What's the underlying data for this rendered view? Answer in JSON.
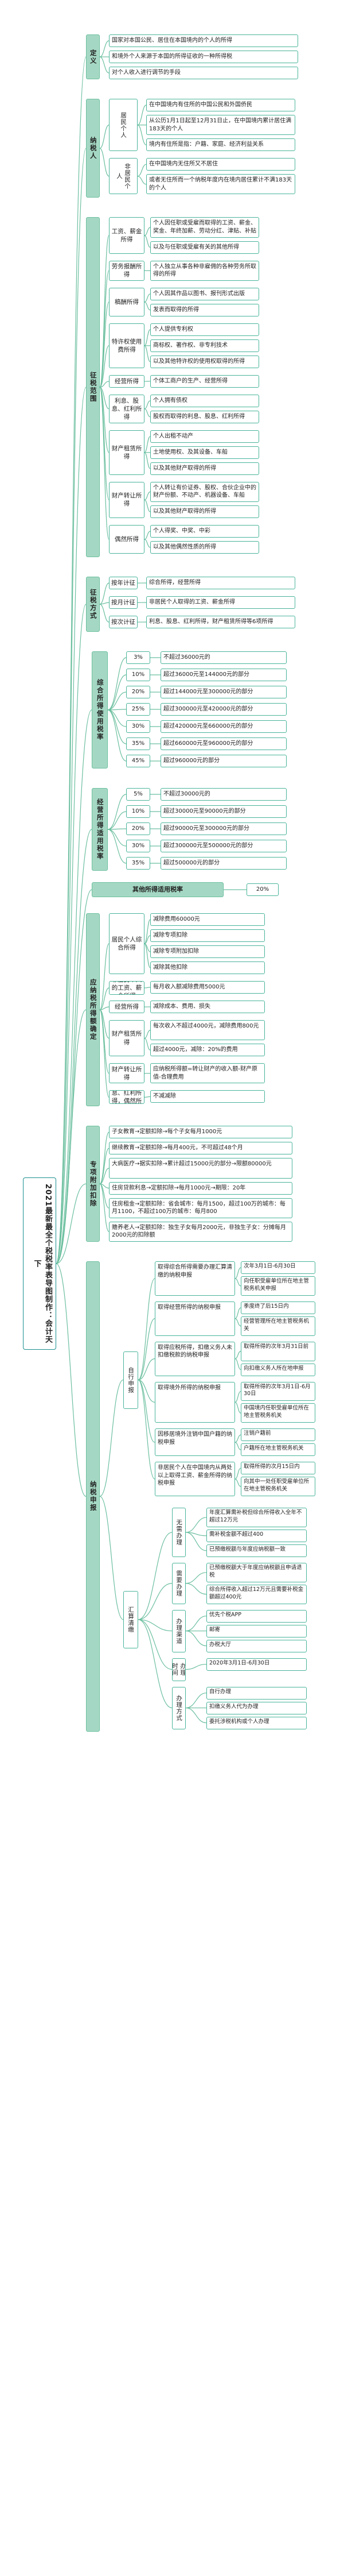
{
  "root": "2021最新最全个税税率表导图制作：会计天下",
  "sections": {
    "definition": {
      "label": "定义",
      "items": [
        "国家对本国公民、居住在本国境内的个人的所得",
        "和境外个人来源于本国的所得征收的一种所得税",
        "对个人收入进行调节的手段"
      ]
    },
    "taxpayer": {
      "label": "纳税人",
      "resident": {
        "label": "居民个人",
        "items": [
          "在中国境内有住所的中国公民和外国侨民",
          "从公历1月1日起至12月31日止，在中国境内累计居住满183天的个人",
          "境内有住所是指：户籍、家庭、经济利益关系"
        ]
      },
      "nonresident": {
        "label": "非居民个人",
        "items": [
          "在中国境内无住所又不居住",
          "或者无住所而一个纳税年度内在境内居住累计不满183天的个人"
        ]
      }
    },
    "scope": {
      "label": "征税范围",
      "groups": [
        {
          "label": "工资、薪金所得",
          "items": [
            "个人因任职或受雇而取得的工资、薪金、奖金、年终加薪、劳动分红、津贴、补贴",
            "以及与任职或受雇有关的其他所得"
          ]
        },
        {
          "label": "劳务报酬所得",
          "items": [
            "个人独立从事各种非雇佣的各种劳务所取得的所得"
          ]
        },
        {
          "label": "稿酬所得",
          "items": [
            "个人因其作品以图书、报刊形式出版",
            "发表而取得的所得"
          ]
        },
        {
          "label": "特许权使用费所得",
          "items": [
            "个人提供专利权",
            "商标权、著作权、非专利技术",
            "以及其他特许权的使用权取得的所得"
          ]
        },
        {
          "label": "经营所得",
          "items": [
            "个体工商户的生产、经营所得"
          ]
        },
        {
          "label": "利息、股息、红利所得",
          "items": [
            "个人拥有债权",
            "股权而取得的利息、股息、红利所得"
          ]
        },
        {
          "label": "财产租赁所得",
          "items": [
            "个人出租不动产",
            "土地使用权、及其设备、车船",
            "以及其他财产取得的所得"
          ]
        },
        {
          "label": "财产转让所得",
          "items": [
            "个人转让有价证券、股权、合伙企业中的财产份额、不动产、机器设备、车船",
            "以及其他财产取得的所得"
          ]
        },
        {
          "label": "偶然所得",
          "items": [
            "个人得奖、中奖、中彩",
            "以及其他偶然性质的所得"
          ]
        }
      ]
    },
    "method": {
      "label": "征税方式",
      "groups": [
        {
          "label": "按年计征",
          "items": [
            "综合所得，经营所得"
          ]
        },
        {
          "label": "按月计征",
          "items": [
            "非居民个人取得的工资、薪金所得"
          ]
        },
        {
          "label": "按次计征",
          "items": [
            "利息、股息、红利所得，财产租赁所得等6项所得"
          ]
        }
      ]
    },
    "rate_table_comprehensive": {
      "label": "综合所得使用税率",
      "rows": [
        {
          "rate": "3%",
          "text": "不超过36000元的"
        },
        {
          "rate": "10%",
          "text": "超过36000元至144000元的部分"
        },
        {
          "rate": "20%",
          "text": "超过144000元至300000元的部分"
        },
        {
          "rate": "25%",
          "text": "超过300000元至420000元的部分"
        },
        {
          "rate": "30%",
          "text": "超过420000元至660000元的部分"
        },
        {
          "rate": "35%",
          "text": "超过660000元至960000元的部分"
        },
        {
          "rate": "45%",
          "text": "超过960000元的部分"
        }
      ]
    },
    "rate_table_business": {
      "label": "经营所得适用税率",
      "rows": [
        {
          "rate": "5%",
          "text": "不超过30000元的"
        },
        {
          "rate": "10%",
          "text": "超过30000元至90000元的部分"
        },
        {
          "rate": "20%",
          "text": "超过90000元至300000元的部分"
        },
        {
          "rate": "30%",
          "text": "超过300000元至500000元的部分"
        },
        {
          "rate": "35%",
          "text": "超过500000元的部分"
        }
      ]
    },
    "other_rate": {
      "label": "其他所得适用税率",
      "value": "20%"
    },
    "taxable_income": {
      "label": "应纳税所得额确定",
      "groups": [
        {
          "label": "居民个人综合所得",
          "items": [
            "减除费用60000元",
            "减除专项扣除",
            "减除专项附加扣除",
            "减除其他扣除"
          ]
        },
        {
          "label": "非居民个人的工资、薪金所得",
          "items": [
            "每月收入额减除费用5000元"
          ]
        },
        {
          "label": "经营所得",
          "items": [
            "减除成本、费用、损失"
          ]
        },
        {
          "label": "财产租赁所得",
          "items": [
            "每次收入不超过4000元，减除费用800元",
            "超过4000元，减除：20%的费用"
          ]
        },
        {
          "label": "财产转让所得",
          "items": [
            "应纳税所得额=转让财产的收入额-财产原值-合理费用"
          ]
        },
        {
          "label": "利息、股息、红利所得，偶然所得",
          "items": [
            "不减减除"
          ]
        }
      ]
    },
    "special_deduction": {
      "label": "专项附加扣除",
      "items": [
        "子女教育→定额扣除→每个子女每月1000元",
        "继续教育→定额扣除→每月400元，不可超过48个月",
        "大病医疗→据实扣除→累计超过15000元的部分→限额80000元",
        "住房贷款利息→定额扣除→每月1000元→期限：20年",
        "住房租金→定额扣除：省会城市：每月1500，超过100万的城市：每月1100，不超过100万的城市：每月800",
        "赡养老人→定额扣除：独生子女每月2000元，非独生子女：分摊每月2000元的扣除额"
      ]
    },
    "filing": {
      "label": "纳税申报",
      "self_filing": {
        "label": "自行申报",
        "cases": [
          {
            "text": "取得综合所得需要办理汇算清缴的纳税申报",
            "items": [
              "次年3月1日-6月30日",
              "向任职受雇单位所在地主管税务机关申报"
            ]
          },
          {
            "text": "取得经营所得的纳税申报",
            "items": [
              "季度终了后15日内",
              "经营管理所在地主管税务机关"
            ]
          },
          {
            "text": "取得应税所得，扣缴义务人未扣缴税款的纳税申报",
            "items": [
              "取得所得的次年3月31日前",
              "向扣缴义务人所在地申报"
            ]
          },
          {
            "text": "取得境外所得的纳税申报",
            "items": [
              "取得所得的次年3月1日-6月30日",
              "中国境内任职受雇单位所在地主管税务机关"
            ]
          },
          {
            "text": "因移居境外注销中国户籍的纳税申报",
            "items": [
              "注销户籍前",
              "户籍所在地主管税务机关"
            ]
          },
          {
            "text": "非居民个人在中国境内从两处以上取得工资、薪金所得的纳税申报",
            "items": [
              "取得所得的次月15日内",
              "向其中一处任职受雇单位所在地主管税务机关"
            ]
          }
        ]
      },
      "settlement": {
        "label": "汇算清缴",
        "groups": [
          {
            "label": "无需办理",
            "items": [
              "年度汇算需补税但综合所得收入全年不超过12万元",
              "需补税金额不超过400",
              "已预缴税额与年度应纳税额一致"
            ]
          },
          {
            "label": "需要办理",
            "items": [
              "已预缴税额大于年度应纳税额且申请退税",
              "综合所得收入超过12万元且需要补税金额超过400元"
            ]
          },
          {
            "label": "办理渠道",
            "items": [
              "优先个税APP",
              "邮寄",
              "办税大厅"
            ]
          },
          {
            "label": "办理时间",
            "items": [
              "2020年3月1日-6月30日"
            ]
          },
          {
            "label": "办理方式",
            "items": [
              "自行办理",
              "扣缴义务人代为办理",
              "委托涉税机构或个人办理"
            ]
          }
        ]
      }
    }
  }
}
